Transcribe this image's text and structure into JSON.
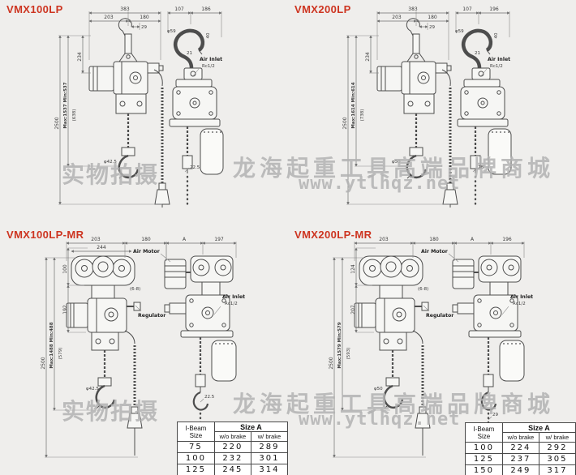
{
  "watermarks": {
    "brand": "龙海起重工具高端品牌商城",
    "site": "www.ytlhqz.net",
    "photo": "实物拍摄"
  },
  "colors": {
    "title_red": "#cd3420",
    "background": "#efeeec",
    "line": "#4d4d4d",
    "watermark": "#b3b3b3"
  },
  "models": [
    {
      "title": "VMX100LP",
      "labels": {
        "air_inlet": "Air Inlet",
        "air_thread": "Rc1/2"
      },
      "dims": {
        "top_total": "383",
        "top_left": "203",
        "top_right": "180",
        "hook_offset": "29",
        "lift": "2500",
        "maxmin": "Max:1537 Min:537",
        "paren": "(638)",
        "body_h": "234",
        "bottom_dia": "φ42.5",
        "side_left": "107",
        "side_right": "186",
        "hook_dia": "φ59",
        "hook_w": "40",
        "hook_t": "21",
        "chain_end": "22.5"
      }
    },
    {
      "title": "VMX200LP",
      "labels": {
        "air_inlet": "Air Inlet",
        "air_thread": "Rc1/2"
      },
      "dims": {
        "top_total": "383",
        "top_left": "203",
        "top_right": "180",
        "hook_offset": "29",
        "lift": "2500",
        "maxmin": "Max:1614 Min:614",
        "paren": "(738)",
        "body_h": "234",
        "bottom_dia": "φ50",
        "side_left": "107",
        "side_right": "196",
        "hook_dia": "φ59",
        "hook_w": "40",
        "hook_t": "21",
        "chain_end": "28"
      }
    },
    {
      "title": "VMX100LP-MR",
      "labels": {
        "air_motor": "Air Motor",
        "regulator": "Regulator",
        "air_inlet": "Air Inlet",
        "air_thread": "Rc1/2",
        "reg_range": "(6-8)"
      },
      "dims": {
        "top_left": "203",
        "top_right": "180",
        "top_inner": "244",
        "susp_h": "100",
        "body_h": "192",
        "lift": "2500",
        "maxmin": "Max:1488 Min:488",
        "paren": "(579)",
        "bottom_dia": "φ42.5",
        "side_left": "A",
        "side_right": "197",
        "chain_end": "22.5"
      },
      "table": {
        "col_ibeam": "I-Beam Size",
        "col_group": "Size A",
        "col_wo": "w/o brake",
        "col_w": "w/ brake",
        "rows": [
          [
            "75",
            "220",
            "289"
          ],
          [
            "100",
            "232",
            "301"
          ],
          [
            "125",
            "245",
            "314"
          ]
        ]
      }
    },
    {
      "title": "VMX200LP-MR",
      "labels": {
        "air_motor": "Air Motor",
        "regulator": "Regulator",
        "air_inlet": "Air Inlet",
        "air_thread": "Rc1/2",
        "reg_range": "(6-8)"
      },
      "dims": {
        "top_left": "203",
        "top_right": "180",
        "susp_h": "124",
        "body_h": "207",
        "lift": "2500",
        "maxmin": "Max:1579 Min:579",
        "paren": "(593)",
        "bottom_dia": "φ50",
        "side_left": "A",
        "side_right": "196",
        "chain_end": "29"
      },
      "table": {
        "col_ibeam": "I-Beam Size",
        "col_group": "Size A",
        "col_wo": "w/o brake",
        "col_w": "w/ brake",
        "rows": [
          [
            "100",
            "224",
            "292"
          ],
          [
            "125",
            "237",
            "305"
          ],
          [
            "150",
            "249",
            "317"
          ]
        ]
      }
    }
  ]
}
